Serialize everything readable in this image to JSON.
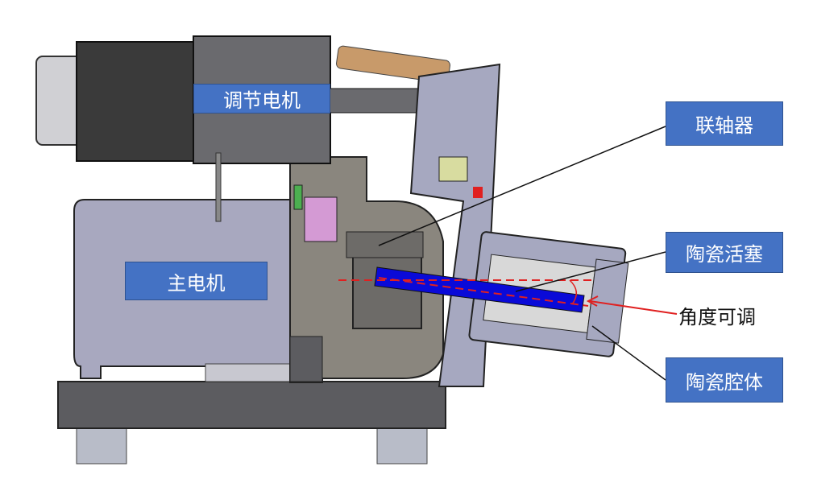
{
  "labels": {
    "adjust_motor": "调节电机",
    "coupling": "联轴器",
    "main_motor": "主电机",
    "ceramic_piston": "陶瓷活塞",
    "angle_adjustable": "角度可调",
    "ceramic_cavity": "陶瓷腔体"
  },
  "colors": {
    "label_fill": "#4472C4",
    "piston": "#0A0AD8",
    "axis_line": "#E02020"
  }
}
